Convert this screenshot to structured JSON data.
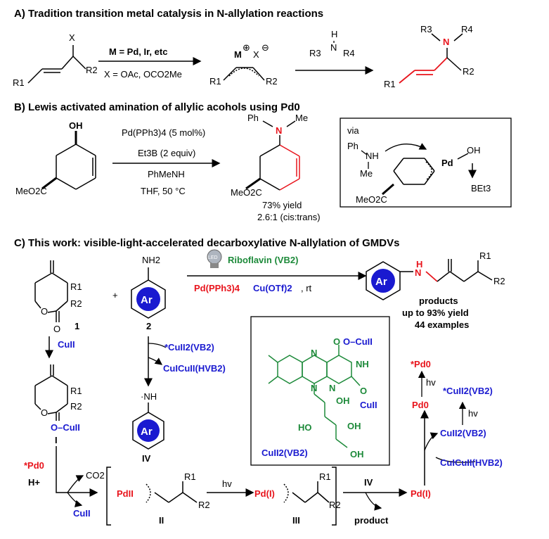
{
  "sectionA": {
    "title": "A) Tradition transition metal catalysis in N-allylation reactions",
    "x_label": "X",
    "r1": "R1",
    "r2": "R2",
    "metal_line": "M = Pd, Ir, etc",
    "leaving_groups": "X = OAc, OCO2Me",
    "complex_metal": "M",
    "plus_sign": "⊕",
    "x_minus": "X",
    "minus_sign": "⊖",
    "amine_h": "H",
    "amine_n": "N",
    "r3": "R3",
    "r4": "R4"
  },
  "sectionB": {
    "title": "B) Lewis activated amination of allylic acohols using Pd0",
    "oh": "OH",
    "ester": "MeO2C",
    "catalyst": "Pd(PPh3)4 (5 mol%)",
    "additive": "Et3B (2 equiv)",
    "amine": "PhMeNH",
    "conditions": "THF, 50 °C",
    "ph": "Ph",
    "me": "Me",
    "n": "N",
    "yield": "73% yield",
    "ratio": "2.6:1 (cis:trans)",
    "via": "via",
    "nh": "NH",
    "pd": "Pd",
    "bet3": "BEt3"
  },
  "sectionC": {
    "title": "C) This work: visible-light-accelerated decarboxylative N-allylation of GMDVs",
    "cmpd1": "1",
    "cmpd2": "2",
    "plus": "+",
    "nh2": "NH2",
    "ar": "Ar",
    "led": "LED",
    "photocatalyst": "Riboflavin (VB2)",
    "pd_cat": "Pd(PPh3)4",
    "cu_cat": "Cu(OTf)2",
    "rt": ", rt",
    "products": "products",
    "yield_range": "up to 93% yield",
    "examples": "44 examples",
    "cu2": "CuII",
    "excited_cu": "*CuII2(VB2)",
    "reduced_cu": "CuICuII(HVB2)",
    "radical_nh": "·NH",
    "cmpd4": "IV",
    "cmpd_I": "I",
    "cu_o": "O–CuII",
    "excited_pd": "*Pd0",
    "h_plus": "H+",
    "co2": "CO2",
    "cu2_out": "CuII",
    "pd2": "PdII",
    "cmpd_II": "II",
    "hv": "hv",
    "pdI": "Pd(I)",
    "cmpd_III": "III",
    "product_out": "product",
    "pdI_cycle": "Pd(I)",
    "cu_vb2": "CuII2(VB2)",
    "cu_hvb2": "CuICuII(HVB2)",
    "excited_cu2": "*CuII2(VB2)",
    "pd0": "Pd0",
    "excited_pd2": "*Pd0",
    "ribo_cu1": "O–CuII",
    "ribo_nh": "NH",
    "ribo_n": "N",
    "ribo_o": "O",
    "ribo_cu2": "CuII",
    "ribo_oh1": "OH",
    "ribo_oh2": "OH",
    "ribo_ho": "HO",
    "ribo_oh3": "OH",
    "ribo_caption": "CuII2(VB2)"
  },
  "colors": {
    "red": "#e8141c",
    "blue": "#1a1ad0",
    "green": "#1d8a3a"
  }
}
